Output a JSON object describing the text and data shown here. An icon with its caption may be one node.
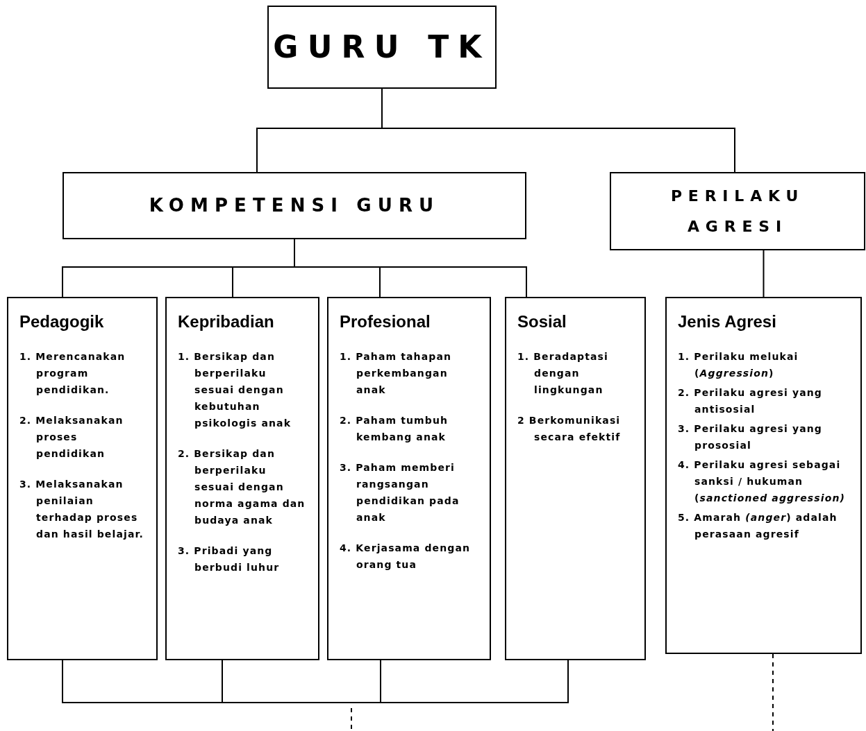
{
  "diagram": {
    "nodes": [
      {
        "text": [
          "GURU TK"
        ]
      },
      {
        "text": [
          "KOMPETENSI GURU"
        ]
      },
      {
        "text": [
          "PERILAKU AGRESI"
        ]
      },
      {
        "text": [
          "Pedagogik",
          "1. Merencanakan program pendidikan.",
          "2. Melaksanakan proses pendidikan",
          "3. Melaksanakan penilaian terhadap proses dan hasil belajar."
        ]
      },
      {
        "text": [
          "Kepribadian",
          "1. Bersikap dan berperilaku sesuai dengan kebutuhan psikologis anak",
          "2. Bersikap dan berperilaku sesuai dengan norma agama dan budaya anak",
          "3. Pribadi yang berbudi luhur"
        ]
      },
      {
        "text": [
          "Profesional",
          "1. Paham tahapan perkembangan anak",
          "2. Paham tumbuh kembang anak",
          "3. Paham memberi rangsangan pendidikan pada anak",
          "4. Kerjasama dengan orang tua"
        ]
      },
      {
        "text": [
          "Sosial",
          "1. Beradaptasi dengan lingkungan",
          "2 Berkomunikasi secara efektif"
        ]
      },
      {
        "text": [
          "Jenis Agresi",
          "1. Perilaku melukai (*Aggression*)",
          "2. Perilaku agresi yang antisosial",
          "3. Perilaku agresi yang prososial",
          "4. Perilaku agresi sebagai sanksi / hukuman (*sanctioned aggression)*",
          "5. Amarah *(anger*) adalah perasaan agresif"
        ]
      }
    ],
    "edges": [
      {
        "from": 0,
        "to": 1,
        "arrow": "none"
      },
      {
        "from": 0,
        "to": 2,
        "arrow": "none"
      },
      {
        "from": 1,
        "to": 3,
        "arrow": "none"
      },
      {
        "from": 1,
        "to": 4,
        "arrow": "none"
      },
      {
        "from": 1,
        "to": 5,
        "arrow": "none"
      },
      {
        "from": 1,
        "to": 6,
        "arrow": "none"
      },
      {
        "from": 2,
        "to": 7,
        "arrow": "none"
      },
      {
        "from": 3,
        "to": null,
        "arrow": "none"
      },
      {
        "from": 4,
        "to": null,
        "arrow": "none"
      },
      {
        "from": 5,
        "to": null,
        "arrow": "none"
      },
      {
        "from": 6,
        "to": null,
        "arrow": "none"
      },
      {
        "from": 7,
        "to": null,
        "arrow": "none",
        "style": "dashed"
      }
    ]
  }
}
